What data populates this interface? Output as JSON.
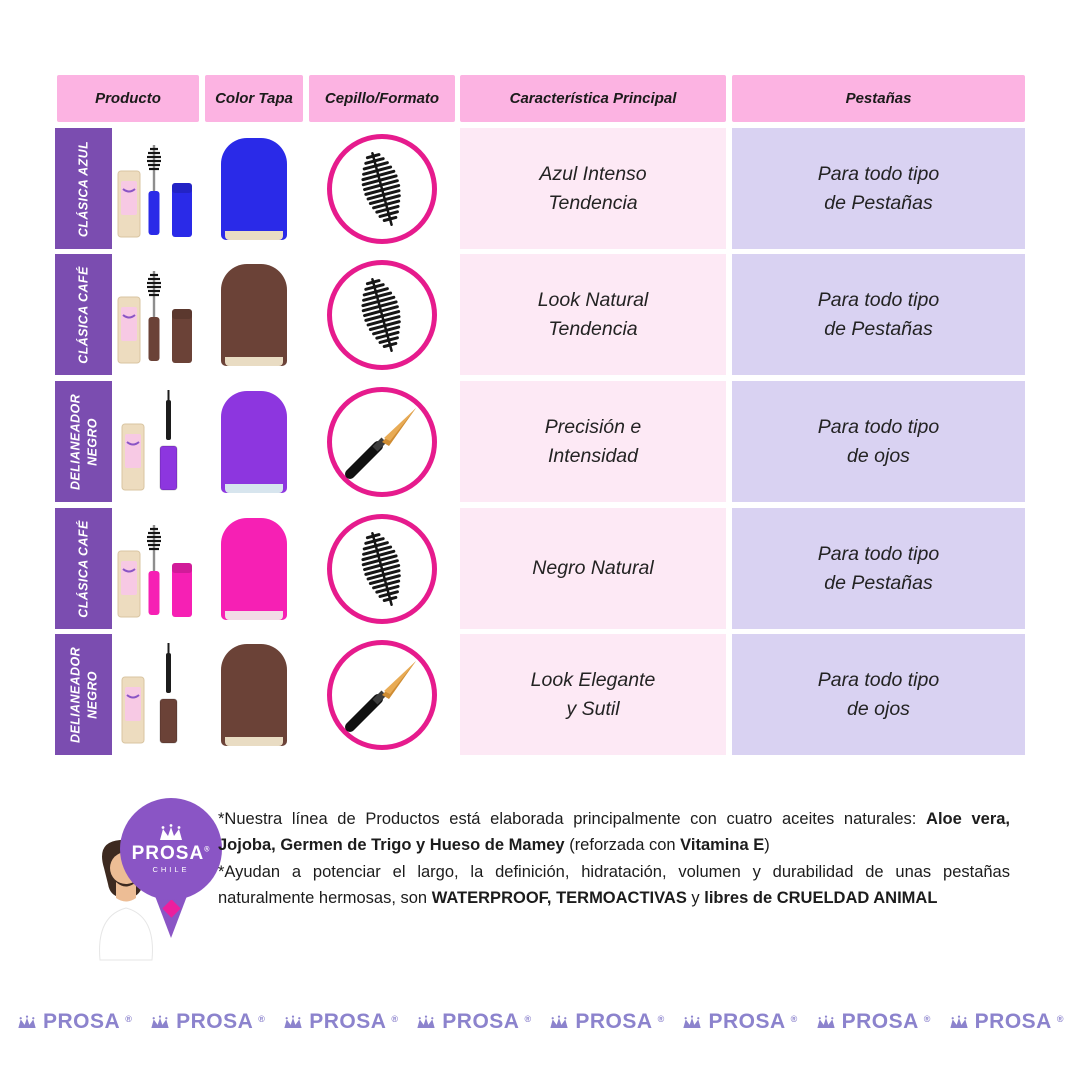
{
  "colors": {
    "header_pink": "#fcb3e2",
    "cell_pink": "#fde9f5",
    "cell_lavender": "#d9d2f2",
    "label_purple": "#7b4db0",
    "circle_pink": "#e61b8d",
    "footer_purple": "#8c83cd"
  },
  "table": {
    "headers": [
      {
        "label": "Producto"
      },
      {
        "label": "Color Tapa"
      },
      {
        "label": "Cepillo/Formato"
      },
      {
        "label": "Característica Principal"
      },
      {
        "label": "Pestañas"
      }
    ],
    "rows": [
      {
        "label": "CLÁSICA AZUL",
        "cap_color": "#2a2ae8",
        "cap_base": "#e9dcc3",
        "brush": "spoolie",
        "feature_line1": "Azul Intenso",
        "feature_line2": "Tendencia",
        "lashes_line1": "Para todo tipo",
        "lashes_line2": "de Pestañas"
      },
      {
        "label": "CLÁSICA CAFÉ",
        "cap_color": "#6b4237",
        "cap_base": "#e9dcc3",
        "brush": "spoolie",
        "feature_line1": "Look Natural",
        "feature_line2": "Tendencia",
        "lashes_line1": "Para todo tipo",
        "lashes_line2": "de Pestañas"
      },
      {
        "label": "DELIANEADOR NEGRO",
        "cap_color": "#8d36df",
        "cap_base": "#d7e5ee",
        "brush": "liner",
        "feature_line1": "Precisión e",
        "feature_line2": "Intensidad",
        "lashes_line1": "Para todo tipo",
        "lashes_line2": "de ojos"
      },
      {
        "label": "CLÁSICA CAFÉ",
        "cap_color": "#f620b4",
        "cap_base": "#f2dce6",
        "brush": "spoolie",
        "feature_line1": "Negro Natural",
        "feature_line2": "",
        "lashes_line1": "Para todo tipo",
        "lashes_line2": "de Pestañas"
      },
      {
        "label": "DELIANEADOR NEGRO",
        "cap_color": "#6b4237",
        "cap_base": "#e9dcc3",
        "brush": "liner",
        "feature_line1": "Look Elegante",
        "feature_line2": "y Sutil",
        "lashes_line1": "Para todo tipo",
        "lashes_line2": "de ojos"
      }
    ]
  },
  "footnote": {
    "p1": {
      "s1": "*Nuestra línea de Productos está elaborada principalmente con cuatro aceites naturales: ",
      "s2": "Aloe vera, Jojoba, Germen de Trigo y Hueso de Mamey",
      "s3": "  (reforzada con ",
      "s4": "Vitamina E",
      "s5": ")"
    },
    "p2": {
      "s1": "*Ayudan a potenciar el largo, la definición, hidratación, volumen y durabilidad de unas pestañas naturalmente hermosas, son ",
      "s2": "WATERPROOF, TERMOACTIVAS",
      "s3": " y ",
      "s4": "libres de CRUELDAD ANIMAL"
    }
  },
  "logo": {
    "brand": "PROSA",
    "registered": "®",
    "country": "CHILE"
  },
  "footer": {
    "brand": "PROSA",
    "registered": "®"
  }
}
